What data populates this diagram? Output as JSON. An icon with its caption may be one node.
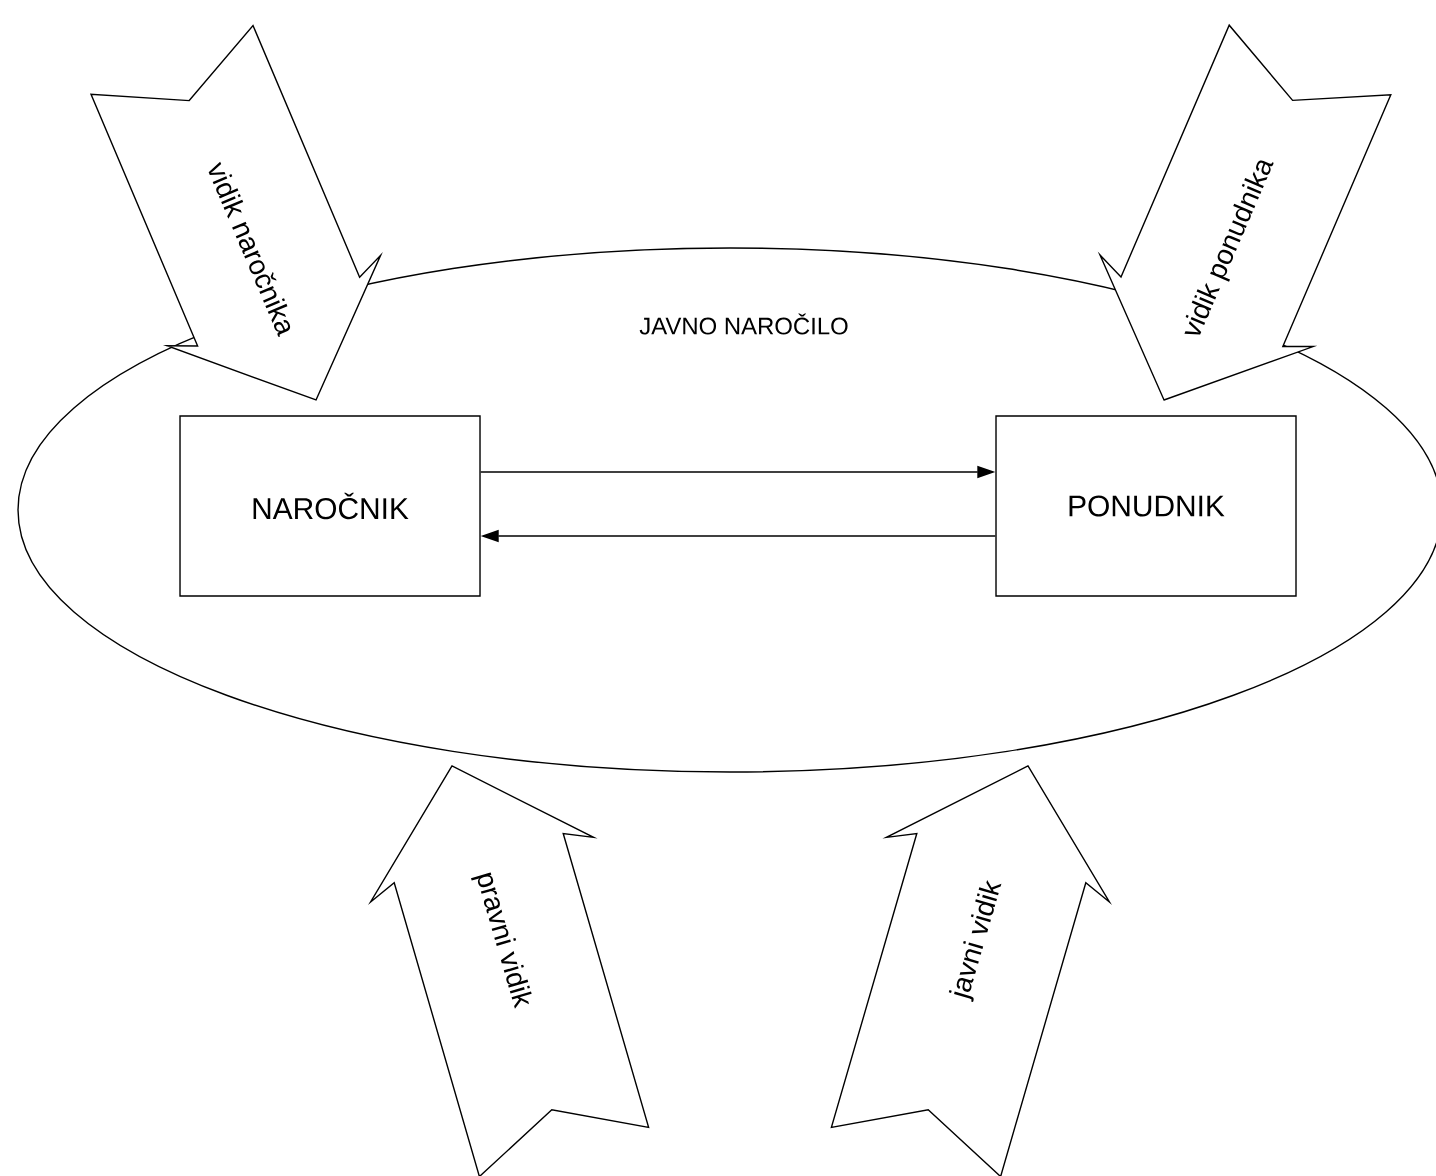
{
  "diagram": {
    "nodes": [
      {
        "text": [
          "JAVNO NAROČILO"
        ]
      },
      {
        "text": [
          "NAROČNIK"
        ],
        "in": 0
      },
      {
        "text": [
          "PONUDNIK"
        ],
        "in": 0
      }
    ],
    "edges": [
      {
        "from": 1,
        "to": 2,
        "arrow": "to"
      },
      {
        "from": 2,
        "to": 1,
        "arrow": "to"
      },
      {
        "from": null,
        "to": 0,
        "arrow": "to",
        "label": "vidik naročnika"
      },
      {
        "from": null,
        "to": 0,
        "arrow": "to",
        "label": "vidik ponudnika"
      },
      {
        "from": null,
        "to": 0,
        "arrow": "to",
        "label": "pravni vidik"
      },
      {
        "from": null,
        "to": 0,
        "arrow": "to",
        "label": "javni vidik"
      }
    ]
  }
}
